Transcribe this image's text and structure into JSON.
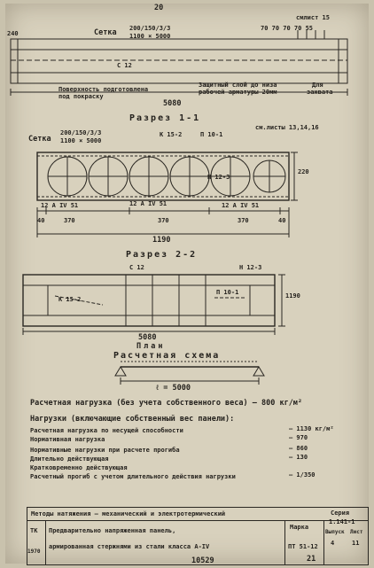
{
  "page_number": "20",
  "elevation": {
    "mesh_label": "Сетка",
    "mesh_spec_top": "200/150/3/3",
    "mesh_spec_bottom": "1100 × 5000",
    "sheet_ref": "смлист 15",
    "dim_left": "240",
    "dims_right": "70 70 70 70 55",
    "bar_label": "С 12",
    "note_prep_1": "Поверхность подготовлена",
    "note_prep_2": "под покраску",
    "note_cover_1": "Защитный слой до низа",
    "note_cover_2": "рабочей арматуры 20мм",
    "note_lift_1": "Для",
    "note_lift_2": "захвата",
    "length": "5080"
  },
  "section1": {
    "title": "Разрез 1-1",
    "mesh_label": "Сетка",
    "mesh_spec_top": "200/150/3/3",
    "mesh_spec_bottom": "1100 × 5000",
    "frame_label": "К 15-2",
    "plate_label": "П 10-1",
    "sheets_ref": "см.листы 13,14,16",
    "bar_note": "Н 12-3",
    "left_rebar": "12 А IV 51",
    "center_rebar": "12 А IV 51",
    "right_rebar": "12 А IV 51",
    "height_dim": "220",
    "dim_40_left": "40",
    "dim_370_a": "370",
    "dim_370_b": "370",
    "dim_370_c": "370",
    "dim_40_right": "40",
    "total_width": "1190"
  },
  "section2": {
    "title": "Разрез 2-2"
  },
  "plan": {
    "bar_label": "С 12",
    "frame_label": "К 15-2",
    "top_right_label": "Н 12-3",
    "plate_label": "П 10-1",
    "width_dim": "1190",
    "length": "5080",
    "title": "План"
  },
  "scheme": {
    "title": "Расчетная схема",
    "span": "ℓ = 5000"
  },
  "loads": {
    "design_load_line": "Расчетная нагрузка (без учета собственного веса) — 800 кг/м²",
    "loads_header": "Нагрузки (включающие собственный вес панели):",
    "rows": [
      {
        "label": "Расчетная нагрузка по несущей способности",
        "value": "— 1130 кг/м²"
      },
      {
        "label": "Нормативная нагрузка",
        "value": "— 970"
      },
      {
        "label": "Нормативные нагрузки при расчете прогиба",
        "value": "— 860"
      },
      {
        "label": "Длительно действующая",
        "value": "— 130"
      },
      {
        "label": "Кратковременно действующая",
        "value": ""
      },
      {
        "label": "Расчетный прогиб с учетом длительного действия нагрузки",
        "value": "— 1/350"
      }
    ]
  },
  "title_block": {
    "method": "Методы натяжения — механический и электротермический",
    "org": "ТК",
    "year": "1970",
    "name_line1": "Предварительно напряженная панель,",
    "name_line2": "армированная стержнями из стали класса А-IV",
    "mark_label": "Марка",
    "mark_value": "ПТ 51-12",
    "series_label": "Серия",
    "series_value": "1.141-1",
    "issue_label": "Выпуск",
    "issue_value": "4",
    "sheet_label": "Лист",
    "sheet_value": "11",
    "doc_number": "10529",
    "doc_suffix": "21"
  }
}
